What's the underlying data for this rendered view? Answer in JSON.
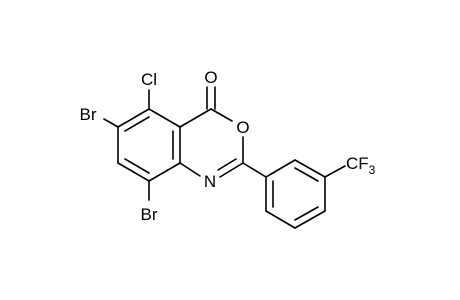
{
  "molecule": {
    "atoms": {
      "cl": "Cl",
      "o_carbonyl": "O",
      "o_ring": "O",
      "n_ring": "N",
      "br_top": "Br",
      "br_bottom": "Br",
      "cf3_main": "CF",
      "cf3_sub": "3"
    }
  },
  "colors": {
    "ink": "#000000",
    "background": "#ffffff"
  }
}
